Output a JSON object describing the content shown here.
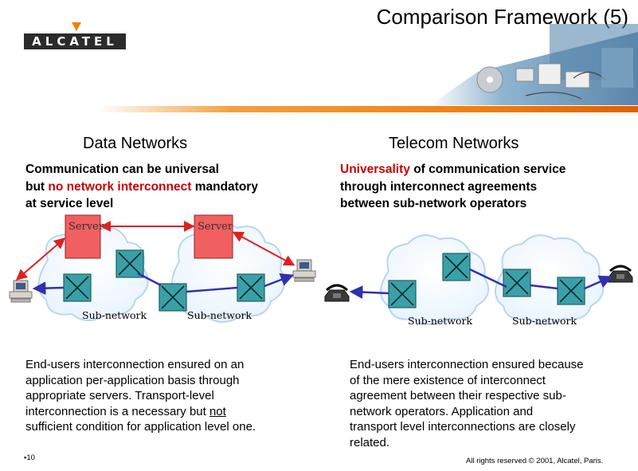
{
  "slide": {
    "title": "Comparison Framework (5)",
    "logo_text": "ALCATEL",
    "footer_page": "10",
    "footer_copyright": "All rights reserved © 2001, Alcatel, Paris."
  },
  "left": {
    "heading": "Data Networks",
    "statement": {
      "line1": "Communication can be universal",
      "line2_prefix": "but ",
      "line2_highlight": "no network interconnect",
      "line2_suffix": " mandatory",
      "line3": "at service level"
    },
    "server_label_1": "Server",
    "server_label_2": "Server",
    "subnet_label_1": "Sub-network",
    "subnet_label_2": "Sub-network",
    "body": {
      "line1": "End-users interconnection ensured on an",
      "line2": "application per-application basis through",
      "line3": "appropriate servers. Transport-level",
      "line4_prefix": "interconnection is a necessary but ",
      "line4_underlined": "not",
      "line5": "sufficient condition for application level one."
    }
  },
  "right": {
    "heading": "Telecom Networks",
    "statement": {
      "line1_highlight": "Universality",
      "line1_suffix": " of communication service",
      "line2": "through interconnect agreements",
      "line3": "between sub-network operators"
    },
    "subnet_label_1": "Sub-network",
    "subnet_label_2": "Sub-network",
    "body": {
      "line1": "End-users interconnection ensured because",
      "line2": "of the mere existence of interconnect",
      "line3": "agreement between their respective sub-",
      "line4": "network operators. Application and",
      "line5": "transport level interconnections are closely",
      "line6": "related."
    }
  },
  "colors": {
    "highlight_red": "#cc0000",
    "server_fill": "#f06060",
    "switch_fill": "#3aa0a8",
    "link_blue": "#3030b0",
    "arrow_red": "#e02020",
    "accent_orange": "#f08010"
  }
}
